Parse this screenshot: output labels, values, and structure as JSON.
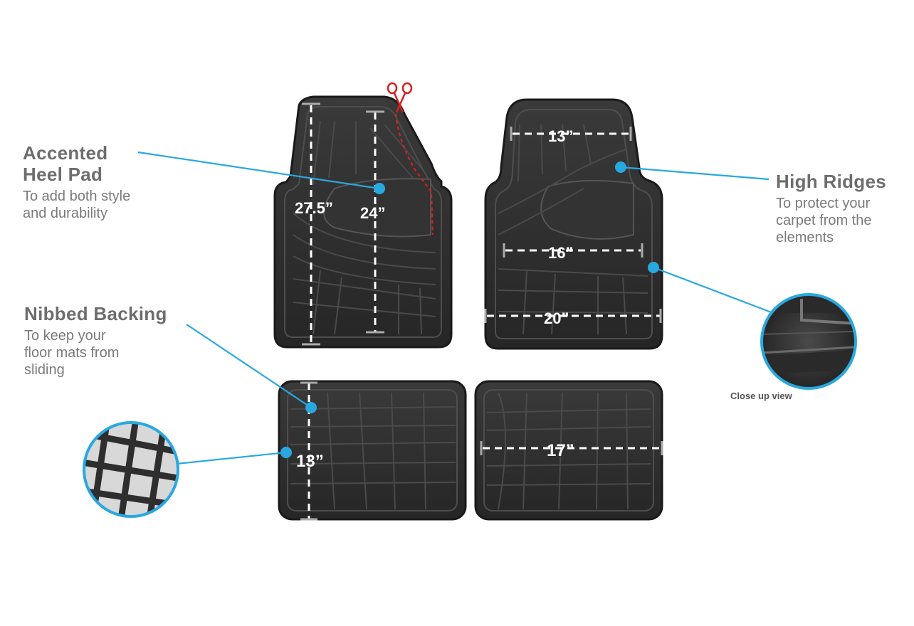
{
  "callouts": {
    "heel_pad": {
      "title_line1": "Accented",
      "title_line2": "Heel Pad",
      "desc_line1": "To add both style",
      "desc_line2": "and durability"
    },
    "nibbed_backing": {
      "title": "Nibbed Backing",
      "desc_line1": "To keep your",
      "desc_line2": "floor mats from",
      "desc_line3": "sliding"
    },
    "high_ridges": {
      "title": "High Ridges",
      "desc_line1": "To protect your",
      "desc_line2": "carpet from the",
      "desc_line3": "elements"
    }
  },
  "closeup_caption": "Close up view",
  "dimensions": {
    "driver_length": "27.5”",
    "driver_inner": "24”",
    "passenger_top": "13”",
    "passenger_mid": "16”",
    "passenger_bottom": "20”",
    "rear_left_height": "13”",
    "rear_right_width": "17”"
  },
  "colors": {
    "accent_blue": "#29a8e0",
    "mat_black": "#2b2b2b",
    "trim_red": "#d42020",
    "callout_gray": "#6d6d6d"
  },
  "icons": [
    "scissors-icon"
  ]
}
